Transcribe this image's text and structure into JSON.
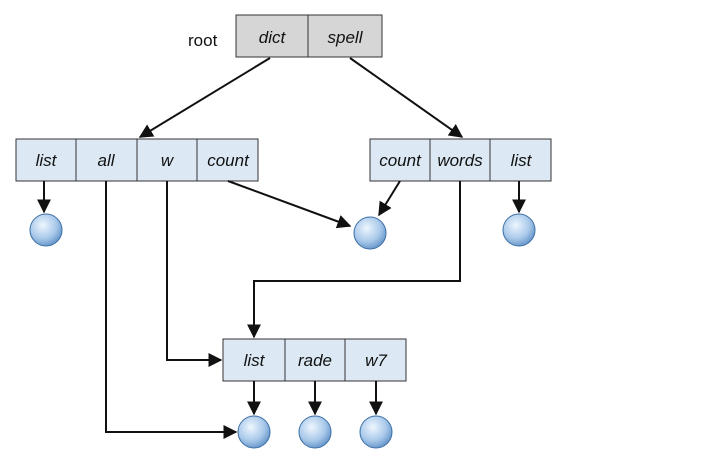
{
  "root": {
    "label": "root"
  },
  "nodes": {
    "root": {
      "cells": [
        "dict",
        "spell"
      ],
      "fill": "#d6d6d6"
    },
    "dict": {
      "cells": [
        "list",
        "all",
        "w",
        "count"
      ],
      "fill": "#dce9f5"
    },
    "spell": {
      "cells": [
        "count",
        "words",
        "list"
      ],
      "fill": "#dce9f5"
    },
    "w": {
      "cells": [
        "list",
        "rade",
        "w7"
      ],
      "fill": "#dce9f5"
    }
  },
  "colors": {
    "cell_fill": "#dce9f5",
    "root_fill": "#d6d6d6",
    "circle_light": "#e8f2fc",
    "circle_dark": "#6f9fd0",
    "stroke": "#111111"
  }
}
